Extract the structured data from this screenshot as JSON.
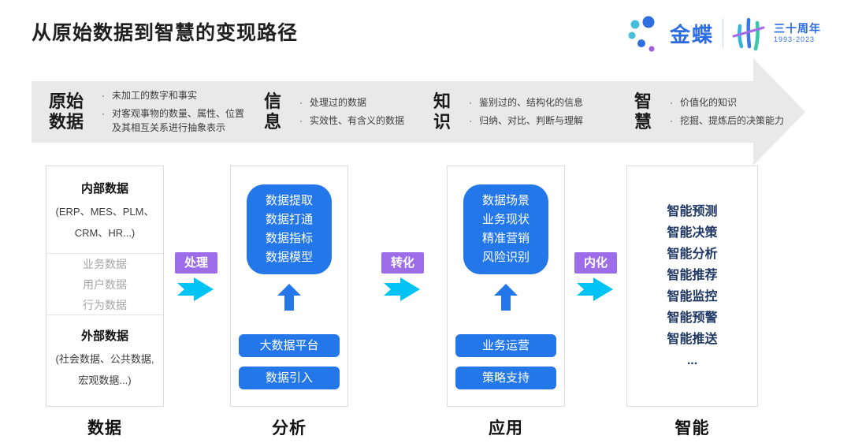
{
  "title": "从原始数据到智慧的变现路径",
  "logo": {
    "brand": "金蝶",
    "anniversary": "三十周年",
    "years": "1993-2023"
  },
  "banner": {
    "stages": [
      {
        "label_line1": "原始",
        "label_line2": "数据",
        "bullets": [
          "未加工的数字和事实",
          "对客观事物的数量、属性、位置及其相互关系进行抽象表示"
        ]
      },
      {
        "label_line1": "信",
        "label_line2": "息",
        "bullets": [
          "处理过的数据",
          "实效性、有含义的数据"
        ]
      },
      {
        "label_line1": "知",
        "label_line2": "识",
        "bullets": [
          "鉴别过的、结构化的信息",
          "归纳、对比、判断与理解"
        ]
      },
      {
        "label_line1": "智",
        "label_line2": "慧",
        "bullets": [
          "价值化的知识",
          "挖掘、提炼后的决策能力"
        ]
      }
    ]
  },
  "columns": [
    {
      "footer": "数据",
      "internal_heading": "内部数据",
      "internal_sub": "(ERP、MES、PLM、CRM、HR...)",
      "middle_items": [
        "业务数据",
        "用户数据",
        "行为数据"
      ],
      "external_heading": "外部数据",
      "external_sub": "(社会数据、公共数据, 宏观数据...)"
    },
    {
      "footer": "分析",
      "panel_lines": [
        "数据提取",
        "数据打通",
        "数据指标",
        "数据模型"
      ],
      "buttons": [
        "大数据平台",
        "数据引入"
      ]
    },
    {
      "footer": "应用",
      "panel_lines": [
        "数据场景",
        "业务现状",
        "精准营销",
        "风险识别"
      ],
      "buttons": [
        "业务运营",
        "策略支持"
      ]
    },
    {
      "footer": "智能",
      "items": [
        "智能预测",
        "智能决策",
        "智能分析",
        "智能推荐",
        "智能监控",
        "智能预警",
        "智能推送",
        "..."
      ]
    }
  ],
  "connectors": [
    {
      "label": "处理"
    },
    {
      "label": "转化"
    },
    {
      "label": "内化"
    }
  ],
  "colors": {
    "accent_blue": "#2377e8",
    "navy": "#1f3864",
    "badge_purple": "#9d6ce8",
    "arrow_cyan": "#00c3f5",
    "banner_gray": "#e9e9e9",
    "logo_blue": "#2b6be3"
  }
}
